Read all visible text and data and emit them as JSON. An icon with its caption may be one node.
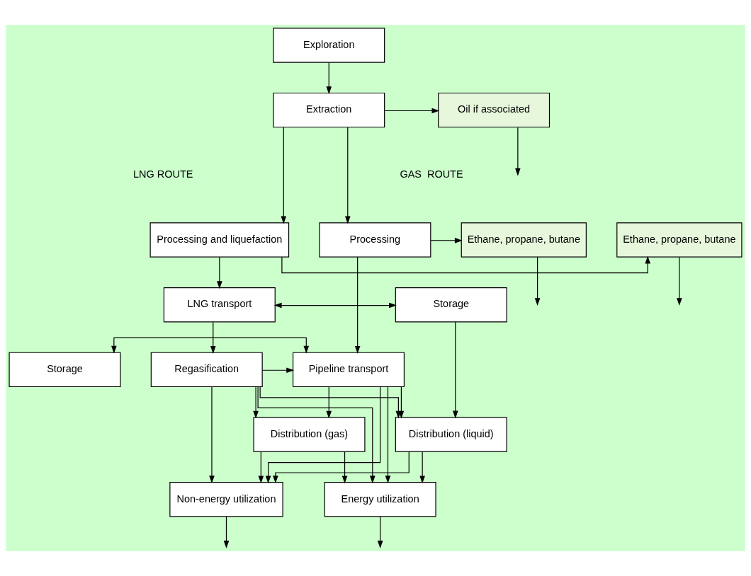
{
  "diagram": {
    "nodes": [
      {
        "text": [
          "Exploration"
        ]
      },
      {
        "text": [
          "Extraction"
        ]
      },
      {
        "text": [
          "Oil if associated"
        ]
      },
      {
        "text": [
          "Processing"
        ]
      },
      {
        "text": [
          "Processing and liquefaction"
        ]
      },
      {
        "text": [
          "Ethane, propane, butane"
        ]
      },
      {
        "text": [
          "Ethane, propane, butane"
        ]
      },
      {
        "text": [
          "LNG transport"
        ]
      },
      {
        "text": [
          "Storage"
        ]
      },
      {
        "text": [
          "Storage"
        ]
      },
      {
        "text": [
          "Pipeline transport"
        ]
      },
      {
        "text": [
          "Regasification"
        ]
      },
      {
        "text": [
          "Distribution (gas)"
        ]
      },
      {
        "text": [
          "Distribution (liquid)"
        ]
      },
      {
        "text": [
          "Energy utilization"
        ]
      },
      {
        "text": [
          "Non-energy utilization"
        ]
      }
    ],
    "edges": [
      {
        "from": 0,
        "to": 1,
        "arrow": "to"
      },
      {
        "from": 1,
        "to": 2,
        "arrow": "to"
      },
      {
        "from": 2,
        "to": null,
        "arrow": "to"
      },
      {
        "from": 1,
        "to": 3,
        "arrow": "to"
      },
      {
        "from": 1,
        "to": 4,
        "arrow": "to"
      },
      {
        "from": 3,
        "to": 5,
        "arrow": "to"
      },
      {
        "from": 5,
        "to": null,
        "arrow": "to"
      },
      {
        "from": 4,
        "to": 6,
        "arrow": "to"
      },
      {
        "from": 6,
        "to": null,
        "arrow": "to"
      },
      {
        "from": 4,
        "to": 7,
        "arrow": "to"
      },
      {
        "from": 7,
        "to": 8,
        "arrow": "both"
      },
      {
        "from": 3,
        "to": 10,
        "arrow": "to"
      },
      {
        "from": 9,
        "to": 10,
        "arrow": "both"
      },
      {
        "from": 11,
        "to": 10,
        "arrow": "to"
      },
      {
        "from": 7,
        "to": 11,
        "arrow": "to"
      },
      {
        "from": 8,
        "to": 13,
        "arrow": "to"
      },
      {
        "from": 10,
        "to": 12,
        "arrow": "to"
      },
      {
        "from": 10,
        "to": 13,
        "arrow": "to"
      },
      {
        "from": 11,
        "to": 12,
        "arrow": "to"
      },
      {
        "from": 11,
        "to": 13,
        "arrow": "to"
      },
      {
        "from": 10,
        "to": 14,
        "arrow": "to"
      },
      {
        "from": 10,
        "to": 15,
        "arrow": "to"
      },
      {
        "from": 11,
        "to": 14,
        "arrow": "to"
      },
      {
        "from": 11,
        "to": 15,
        "arrow": "to"
      },
      {
        "from": 12,
        "to": 14,
        "arrow": "to"
      },
      {
        "from": 12,
        "to": 15,
        "arrow": "to"
      },
      {
        "from": 13,
        "to": 14,
        "arrow": "to"
      },
      {
        "from": 13,
        "to": 15,
        "arrow": "to"
      },
      {
        "from": 14,
        "to": null,
        "arrow": "to"
      },
      {
        "from": 15,
        "to": null,
        "arrow": "to"
      }
    ],
    "labels": [
      "GAS  ROUTE",
      "LNG ROUTE"
    ]
  }
}
